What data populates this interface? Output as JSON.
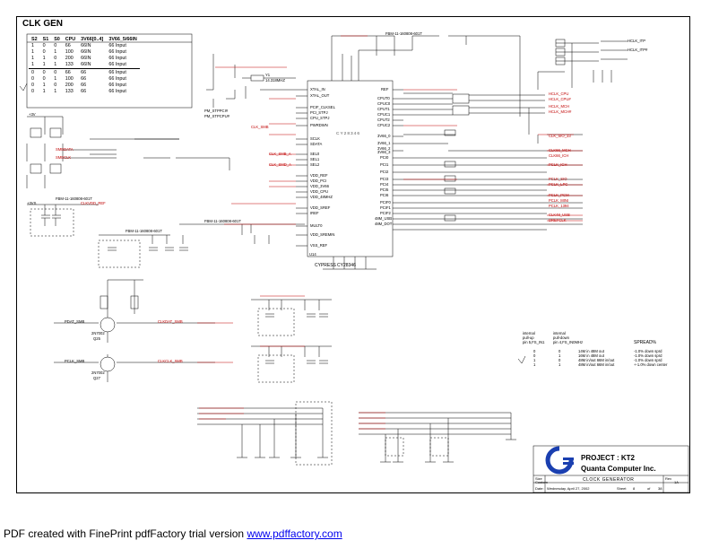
{
  "sheet": {
    "title": "CLK GEN",
    "freq_table": {
      "headers": [
        "S2",
        "S1",
        "S0",
        "CPU",
        "3V66[0..4]",
        "3V66_5/66IN"
      ],
      "rows": [
        [
          "1",
          "0",
          "0",
          "66",
          "66IN",
          "66 Input"
        ],
        [
          "1",
          "0",
          "1",
          "100",
          "66IN",
          "66 Input"
        ],
        [
          "1",
          "1",
          "0",
          "200",
          "66IN",
          "66 Input"
        ],
        [
          "1",
          "1",
          "1",
          "133",
          "66IN",
          "66 Input"
        ],
        [
          "0",
          "0",
          "0",
          "66",
          "66",
          "66 Input"
        ],
        [
          "0",
          "0",
          "1",
          "100",
          "66",
          "66 Input"
        ],
        [
          "0",
          "1",
          "0",
          "200",
          "66",
          "66 Input"
        ],
        [
          "0",
          "1",
          "1",
          "133",
          "66",
          "66 Input"
        ]
      ]
    },
    "chip": {
      "maker": "CYPRESS",
      "part": "CY28346",
      "ref": "U14",
      "center_label": "CY28346",
      "left_pins": [
        "XTAL_IN",
        "XTAL_OUT",
        "PCIF_CLKSEL",
        "PCI_STPJ",
        "CPU_STPJ",
        "PWRDWN",
        "SCLK",
        "SDATA",
        "SEL0",
        "SEL1",
        "SEL2",
        "VDD_REF",
        "VDD_PCI",
        "VDD_3V66",
        "VDD_CPU",
        "VDD_48MHZ",
        "VDD_SREF",
        "IREF",
        "MULT0",
        "VDD_SREMIN",
        "VSS_REF"
      ],
      "right_pins": [
        "REF",
        "CPUT0",
        "CPUC0",
        "CPUT1",
        "CPUC1",
        "CPUT2",
        "CPUC2",
        "PCI0",
        "PCI1",
        "PCI2",
        "PCI3",
        "PCI4",
        "PCI5",
        "PCI6",
        "PCIF0",
        "PCIF1",
        "PCIF2",
        "3V66_0",
        "3V66_1",
        "3V66_2",
        "3V66_3",
        "48M_USB",
        "48M_DOT"
      ]
    },
    "nets_left": [
      "CLK_SMB",
      "SMBDATA",
      "SMBCLK",
      "+3V",
      "CLK_SMB_A",
      "CLK_SMD_A",
      "PM_STPPCI#",
      "PM_STPCPU#",
      "+3VS",
      "CLKVDD_REF"
    ],
    "nets_right": [
      "HCLK_CPU",
      "HCLK_CPU#",
      "HCLK_MCH",
      "HCLK_MCH#",
      "HCLK_ITP",
      "HCLK_ITP#",
      "CLK_SIO_33",
      "PCLK_ICH",
      "PCLK_SIO",
      "PCLK_LPC",
      "PCLK_PCM",
      "PCLK_MINI",
      "PCLK_1394",
      "CLK66_MCH",
      "CLK66_ICH",
      "CLK48_USB",
      "DREFCLK"
    ],
    "inductors": [
      "FBM-11-160808-601T",
      "FBM-11-160808-601T",
      "FBM-11-160808-601T",
      "FBM-11-160808-601T"
    ],
    "crystal": {
      "ref": "Y1",
      "value": "14.318MHZ"
    },
    "transistors": [
      {
        "ref": "Q25",
        "value": "2N7002",
        "net_in": "PDAT_SMB",
        "net_out": "CLKDAT_SMB"
      },
      {
        "ref": "Q27",
        "value": "2N7002",
        "net_in": "PCLK_SMB",
        "net_out": "CLKCLK_SMB"
      }
    ],
    "spread_table": {
      "header_left": [
        "internal",
        "pull-up"
      ],
      "header_mid": [
        "internal",
        "pull-down"
      ],
      "col_a": "pin 5,FS_IN1",
      "col_b": "pin 4,FS_IN0MHz",
      "col_c": "SPREAD%",
      "rows": [
        [
          "0",
          "0",
          "14M in 48M out",
          "-1.0% down sprd"
        ],
        [
          "0",
          "1",
          "16M in 48M out",
          "-1.0% down sprd"
        ],
        [
          "1",
          "0",
          "48M in/out 66M in/out",
          "-1.0% down sprd"
        ],
        [
          "1",
          "1",
          "48M in/out 66M in/out",
          "+-1.0% down center"
        ]
      ]
    },
    "title_block": {
      "project": "PROJECT : KT2",
      "company": "Quanta Computer Inc.",
      "sheet_name": "CLOCK GENERATOR",
      "size_label": "Size",
      "size": "Custom",
      "date_label": "Date:",
      "date": "Wednesday, April 27, 2002",
      "sheet_label": "Sheet",
      "sheet_no": "8",
      "sheet_of": "of",
      "sheet_total": "38",
      "rev_label": "Rev",
      "rev": "1A"
    },
    "colors": {
      "wire": "#000000",
      "net": "#c00000",
      "brand": "#1a3fb0"
    }
  },
  "footer": {
    "prefix": "PDF created with FinePrint pdfFactory trial version",
    "link": "www.pdffactory.com"
  }
}
